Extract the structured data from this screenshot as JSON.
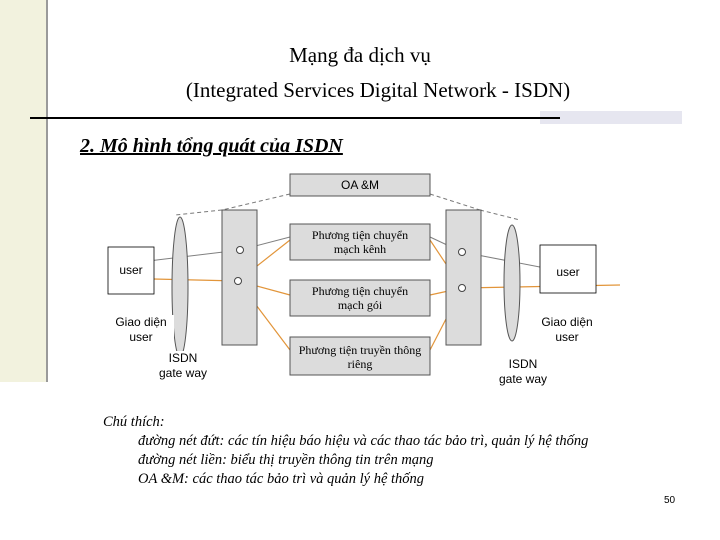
{
  "title": {
    "line1": "Mạng đa dịch vụ",
    "line2": "(Integrated Services Digital Network - ISDN)"
  },
  "section_title": "2. Mô hình tổng quát của ISDN",
  "diagram": {
    "oam": "OA &M",
    "circuit_switch": [
      "Phương tiện chuyển",
      "mạch kênh"
    ],
    "packet_switch": [
      "Phương tiện chuyển",
      "mạch gói"
    ],
    "dedicated": [
      "Phương tiện truyền thông",
      "riêng"
    ],
    "user_left": "user",
    "user_right": "user",
    "user_interface_left": [
      "Giao diện",
      "user"
    ],
    "user_interface_right": [
      "Giao diện",
      "user"
    ],
    "gateway_left": [
      "ISDN",
      "gate way"
    ],
    "gateway_right": [
      "ISDN",
      "gate way"
    ],
    "colors": {
      "signal_line": "#7a7a7a",
      "transmission_line": "#e2953a",
      "box_fill": "#dcdcdc"
    }
  },
  "notes": {
    "heading": "Chú thích:",
    "dashed": "đường nét đứt: các tín hiệu báo hiệu và các thao tác bảo trì, quản lý hệ thống",
    "solid": "đường nét liền: biểu thị truyền thông tin trên mạng",
    "oam": "OA &M: các thao tác bảo trì và quản lý hệ thống"
  },
  "page_number": "50"
}
